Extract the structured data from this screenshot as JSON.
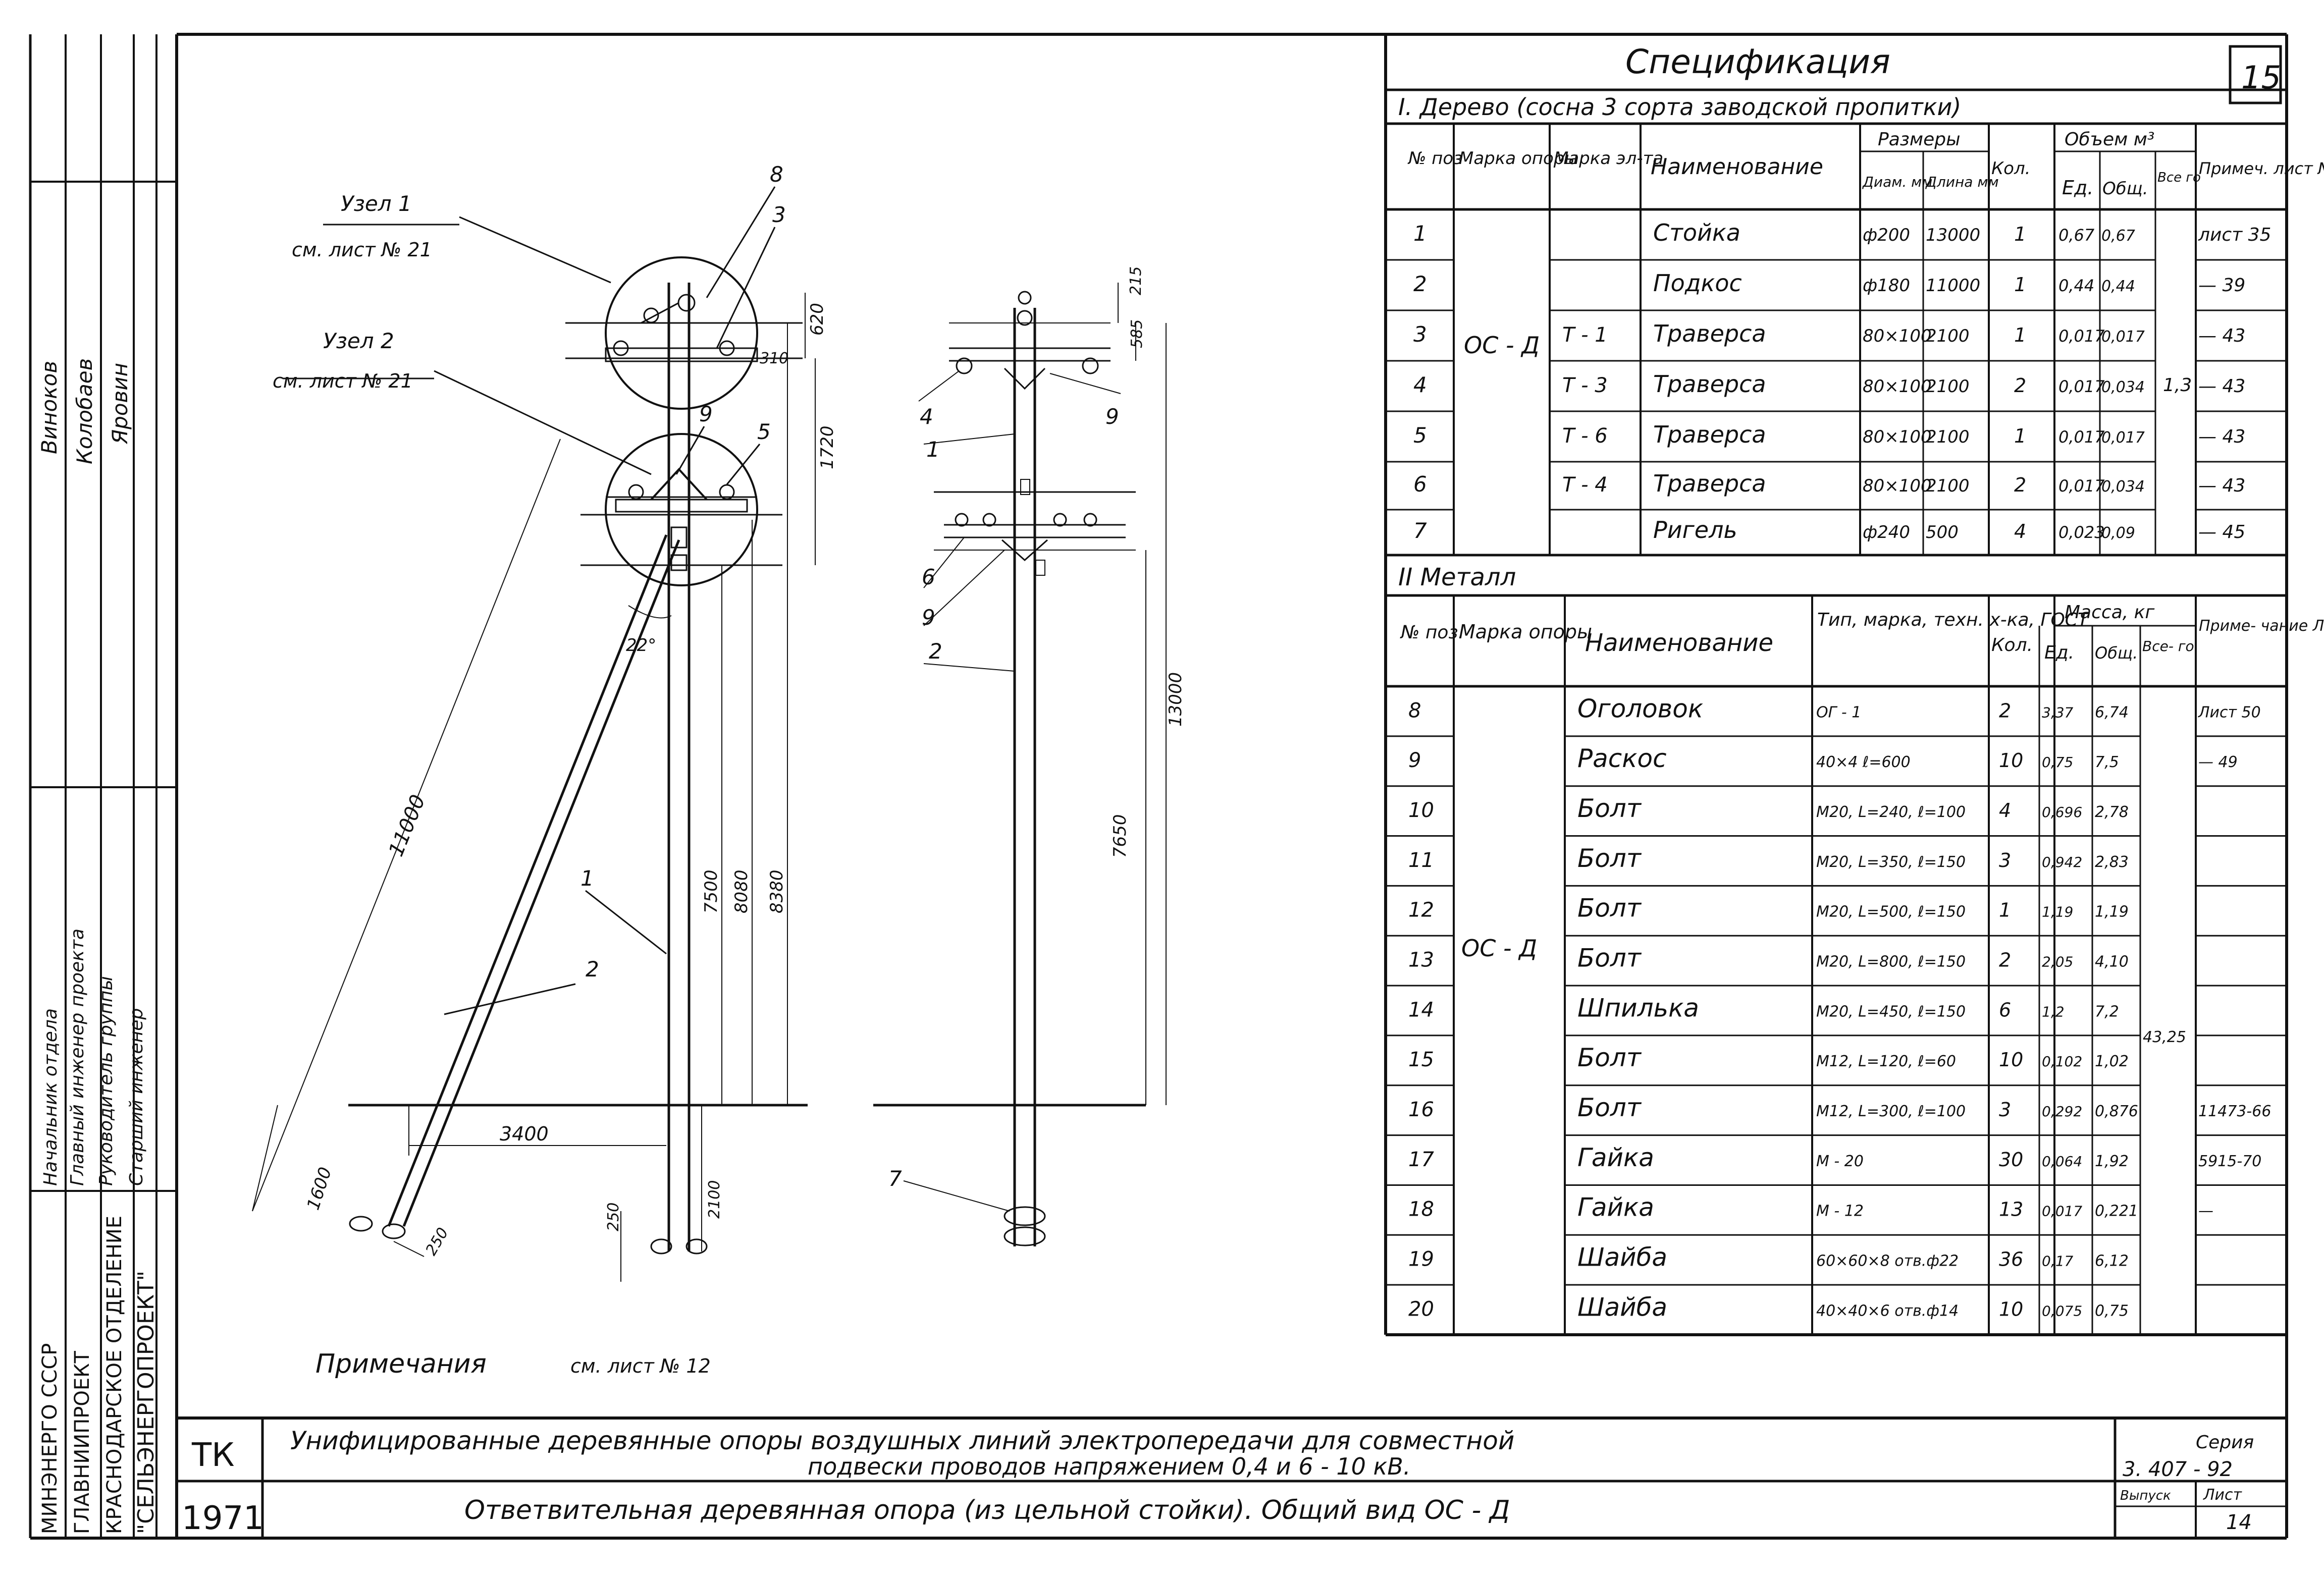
{
  "page": {
    "number": "15"
  },
  "left_strip": {
    "signatures": [
      "Виноков",
      "Колобаев",
      "Яровин"
    ],
    "roles": [
      "Начальник отдела",
      "Главный инженер проекта",
      "Руководитель группы",
      "Старший инженер"
    ],
    "org": [
      "МИНЭНЕРГО СССР",
      "ГЛАВНИИПРОЕКТ",
      "КРАСНОДАРСКОЕ ОТДЕЛЕНИЕ",
      "\"СЕЛЬЭНЕРГОПРОЕКТ\""
    ]
  },
  "drawing": {
    "node1_label": "Узел  1",
    "node1_ref": "см. лист № 21",
    "node2_label": "Узел  2",
    "node2_ref": "см. лист № 21",
    "angle": "22°",
    "callouts_left": [
      "8",
      "3",
      "9",
      "5",
      "1",
      "2"
    ],
    "callouts_right": [
      "4",
      "1",
      "9",
      "6",
      "9",
      "2",
      "7"
    ],
    "dims_left": {
      "d620": "620",
      "d310": "310",
      "d1720": "1720",
      "d11000": "11000",
      "d7500": "7500",
      "d8080": "8080",
      "d8380": "8380",
      "d1600": "1600",
      "d3400": "3400",
      "d250a": "250",
      "d250b": "250",
      "d2100": "2100"
    },
    "dims_right": {
      "d215": "215",
      "d585": "585",
      "d13000": "13000",
      "d7650": "7650"
    },
    "notes_label": "Примечания",
    "notes_ref": "см. лист № 12"
  },
  "spec": {
    "title": "Спецификация",
    "wood_section": "I. Дерево  (сосна  3 сорта  заводской  пропитки)",
    "wood_headers": {
      "pos": "№ поз",
      "mark_support": "Марка опоры",
      "mark_el": "Марка эл-та",
      "name": "Наименование",
      "sizes": "Размеры",
      "diam": "Диам. мм",
      "len": "Длина мм",
      "qty": "Кол.",
      "volume": "Объем м³",
      "ed": "Ед.",
      "total": "Общ.",
      "all": "Все го",
      "note": "Примеч. лист №"
    },
    "wood_support_mark": "ОС - Д",
    "wood_volume_all": "1,3",
    "wood_rows": [
      {
        "pos": "1",
        "mark": "",
        "name": "Стойка",
        "diam": "ф200",
        "len": "13000",
        "qty": "1",
        "ed": "0,67",
        "total": "0,67",
        "note": "лист 35"
      },
      {
        "pos": "2",
        "mark": "",
        "name": "Подкос",
        "diam": "ф180",
        "len": "11000",
        "qty": "1",
        "ed": "0,44",
        "total": "0,44",
        "note": "— 39"
      },
      {
        "pos": "3",
        "mark": "Т - 1",
        "name": "Траверса",
        "diam": "80×100",
        "len": "2100",
        "qty": "1",
        "ed": "0,017",
        "total": "0,017",
        "note": "— 43"
      },
      {
        "pos": "4",
        "mark": "Т - 3",
        "name": "Траверса",
        "diam": "80×100",
        "len": "2100",
        "qty": "2",
        "ed": "0,017",
        "total": "0,034",
        "note": "— 43"
      },
      {
        "pos": "5",
        "mark": "Т - 6",
        "name": "Траверса",
        "diam": "80×100",
        "len": "2100",
        "qty": "1",
        "ed": "0,017",
        "total": "0,017",
        "note": "— 43"
      },
      {
        "pos": "6",
        "mark": "Т - 4",
        "name": "Траверса",
        "diam": "80×100",
        "len": "2100",
        "qty": "2",
        "ed": "0,017",
        "total": "0,034",
        "note": "— 43"
      },
      {
        "pos": "7",
        "mark": "",
        "name": "Ригель",
        "diam": "ф240",
        "len": "500",
        "qty": "4",
        "ed": "0,023",
        "total": "0,09",
        "note": "— 45"
      }
    ],
    "metal_section": "II  Металл",
    "metal_headers": {
      "pos": "№ поз.",
      "mark_support": "Марка опоры",
      "name": "Наименование",
      "type": "Тип, марка, техн. х-ка, ГОСТ",
      "qty": "Кол.",
      "mass": "Масса, кг",
      "ed": "Ед.",
      "total": "Общ.",
      "all": "Все- го",
      "note": "Приме- чание Лист №"
    },
    "metal_support_mark": "ОС - Д",
    "metal_mass_all": "43,25",
    "metal_rows": [
      {
        "pos": "8",
        "name": "Оголовок",
        "type": "ОГ - 1",
        "qty": "2",
        "ed": "3,37",
        "total": "6,74",
        "note": "Лист 50"
      },
      {
        "pos": "9",
        "name": "Раскос",
        "type": "40×4  ℓ=600",
        "qty": "10",
        "ed": "0,75",
        "total": "7,5",
        "note": "— 49"
      },
      {
        "pos": "10",
        "name": "Болт",
        "type": "М20, L=240, ℓ=100",
        "qty": "4",
        "ed": "0,696",
        "total": "2,78",
        "note": ""
      },
      {
        "pos": "11",
        "name": "Болт",
        "type": "М20, L=350, ℓ=150",
        "qty": "3",
        "ed": "0,942",
        "total": "2,83",
        "note": ""
      },
      {
        "pos": "12",
        "name": "Болт",
        "type": "М20, L=500, ℓ=150",
        "qty": "1",
        "ed": "1,19",
        "total": "1,19",
        "note": ""
      },
      {
        "pos": "13",
        "name": "Болт",
        "type": "М20, L=800, ℓ=150",
        "qty": "2",
        "ed": "2,05",
        "total": "4,10",
        "note": ""
      },
      {
        "pos": "14",
        "name": "Шпилька",
        "type": "М20, L=450, ℓ=150",
        "qty": "6",
        "ed": "1,2",
        "total": "7,2",
        "note": ""
      },
      {
        "pos": "15",
        "name": "Болт",
        "type": "М12, L=120, ℓ=60",
        "qty": "10",
        "ed": "0,102",
        "total": "1,02",
        "note": ""
      },
      {
        "pos": "16",
        "name": "Болт",
        "type": "М12, L=300, ℓ=100",
        "qty": "3",
        "ed": "0,292",
        "total": "0,876",
        "note": "11473-66"
      },
      {
        "pos": "17",
        "name": "Гайка",
        "type": "М - 20",
        "qty": "30",
        "ed": "0,064",
        "total": "1,92",
        "note": "5915-70"
      },
      {
        "pos": "18",
        "name": "Гайка",
        "type": "М - 12",
        "qty": "13",
        "ed": "0,017",
        "total": "0,221",
        "note": "—"
      },
      {
        "pos": "19",
        "name": "Шайба",
        "type": "60×60×8 отв.ф22",
        "qty": "36",
        "ed": "0,17",
        "total": "6,12",
        "note": ""
      },
      {
        "pos": "20",
        "name": "Шайба",
        "type": "40×40×6 отв.ф14",
        "qty": "10",
        "ed": "0,075",
        "total": "0,75",
        "note": ""
      }
    ]
  },
  "title_block": {
    "code_top": "ТК",
    "code_bottom": "1971",
    "title_line1": "Унифицированные   деревянные   опоры   воздушных   линий   электропередачи   для   совместной",
    "title_line2": "подвески   проводов   напряжением   0,4  и  6 - 10 кВ.",
    "title_line3": "Ответвительная  деревянная  опора (из цельной  стойки).  Общий  вид  ОС - Д",
    "series_label": "Серия",
    "series_value": "3. 407 - 92",
    "issue_label": "Выпуск",
    "sheet_label": "Лист",
    "sheet_value": "14"
  }
}
